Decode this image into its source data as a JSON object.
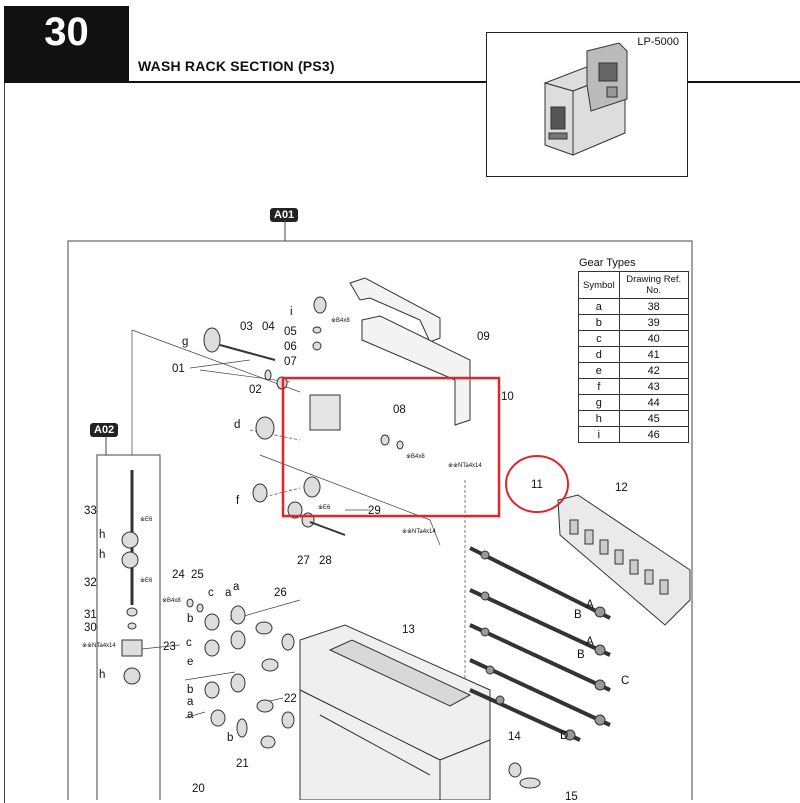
{
  "header": {
    "number": "30",
    "title": "WASH RACK SECTION (PS3)"
  },
  "model": {
    "label": "LP-5000"
  },
  "groups": {
    "a01": "A01",
    "a02": "A02"
  },
  "gear_types": {
    "title": "Gear Types",
    "col_symbol": "Symbol",
    "col_ref": "Drawing Ref. No.",
    "rows": [
      {
        "symbol": "a",
        "ref": "38"
      },
      {
        "symbol": "b",
        "ref": "39"
      },
      {
        "symbol": "c",
        "ref": "40"
      },
      {
        "symbol": "d",
        "ref": "41"
      },
      {
        "symbol": "e",
        "ref": "42"
      },
      {
        "symbol": "f",
        "ref": "43"
      },
      {
        "symbol": "g",
        "ref": "44"
      },
      {
        "symbol": "h",
        "ref": "45"
      },
      {
        "symbol": "i",
        "ref": "46"
      }
    ]
  },
  "part_labels": [
    "01",
    "02",
    "03",
    "04",
    "05",
    "06",
    "07",
    "08",
    "09",
    "10",
    "11",
    "12",
    "13",
    "14",
    "15",
    "20",
    "21",
    "22",
    "23",
    "24",
    "25",
    "26",
    "27",
    "28",
    "29",
    "30",
    "31",
    "32",
    "33"
  ],
  "letter_labels": [
    "a",
    "b",
    "c",
    "d",
    "e",
    "f",
    "g",
    "h",
    "i",
    "A",
    "B",
    "C",
    "D"
  ],
  "fasteners": [
    "※B4x8",
    "※E6",
    "※※NTa4x14",
    "※※NTa4x14"
  ],
  "colors": {
    "highlight_box": "#e0252b",
    "highlight_circle": "#e0252b"
  }
}
